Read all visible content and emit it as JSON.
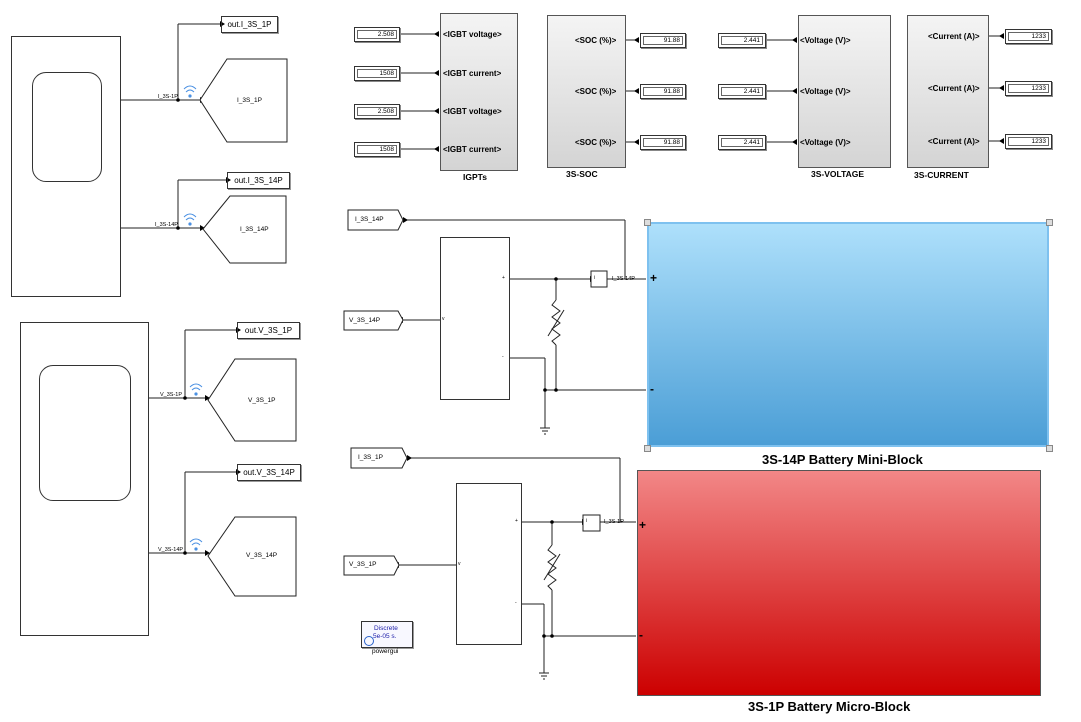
{
  "scopes": {
    "top": {
      "out1_label": "out.I_3S_1P",
      "out2_label": "out.I_3S_14P",
      "wire1": "I_3S-1P",
      "wire2": "I_3S-14P",
      "goto1": "I_3S_1P",
      "goto2": "I_3S_14P"
    },
    "bottom": {
      "out1_label": "out.V_3S_1P",
      "out2_label": "out.V_3S_14P",
      "wire1": "V_3S-1P",
      "wire2": "V_3S-14P",
      "goto1": "V_3S_1P",
      "goto2": "V_3S_14P"
    }
  },
  "igbt": {
    "values": [
      "2.508",
      "1508",
      "2.508",
      "1508"
    ],
    "signals": [
      "<IGBT voltage>",
      "<IGBT current>",
      "<IGBT voltage>",
      "<IGBT current>"
    ],
    "label": "IGPTs"
  },
  "soc": {
    "signals": [
      "<SOC (%)>",
      "<SOC (%)>",
      "<SOC (%)>"
    ],
    "values": [
      "91.88",
      "91.88",
      "91.88"
    ],
    "label": "3S-SOC"
  },
  "voltage": {
    "values": [
      "2.441",
      "2.441",
      "2.441"
    ],
    "signals": [
      "<Voltage (V)>",
      "<Voltage (V)>",
      "<Voltage (V)>"
    ],
    "label": "3S-VOLTAGE"
  },
  "current": {
    "signals": [
      "<Current (A)>",
      "<Current (A)>",
      "<Current (A)>"
    ],
    "values": [
      "1233",
      "1233",
      "1233"
    ],
    "label": "3S-CURRENT"
  },
  "circuit14": {
    "from_i": "I_3S_14P",
    "from_v": "V_3S_14P",
    "wire": "I_3S-14P",
    "title": "3S-14P Battery Mini-Block",
    "color_top": "#a9daf9",
    "color_bottom": "#4a9ed6"
  },
  "circuit1": {
    "from_i": "I_3S_1P",
    "from_v": "V_3S_1P",
    "wire": "I_3S-1P",
    "title": "3S-1P Battery Micro-Block",
    "color_top": "#f28484",
    "color_bottom": "#cc0000"
  },
  "powergui": {
    "line1": "Discrete",
    "line2": "5e-05 s.",
    "label": "powergui"
  },
  "ports": {
    "plus": "+",
    "minus": "-",
    "i": "i",
    "v": "v",
    "port_plus": "+",
    "port_minus": "-"
  }
}
